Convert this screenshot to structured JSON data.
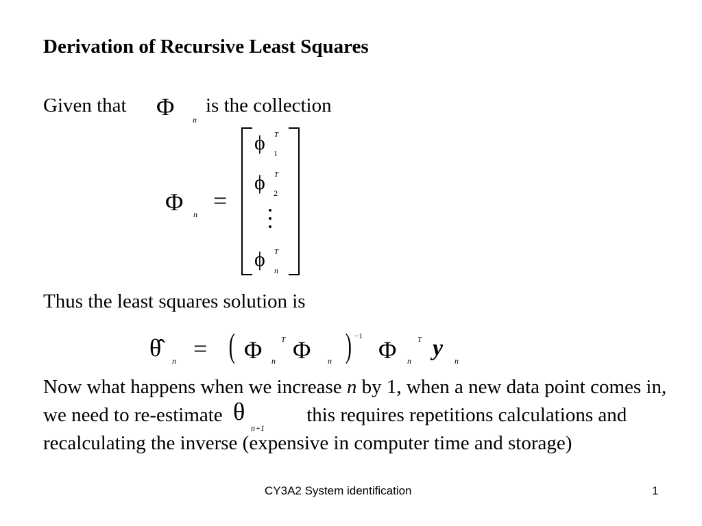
{
  "slide": {
    "title": "Derivation of Recursive Least Squares",
    "given_prefix": "Given that",
    "given_suffix": "is the collection",
    "thus_text": "Thus the least squares solution is",
    "now_part1": "Now what happens when we increase ",
    "now_italic_n": "n",
    "now_part2": " by 1, when a new data point comes in, we need to re-estimate ",
    "now_part3": " this requires repetitions calculations and recalculating the inverse (expensive in computer time and storage)"
  },
  "math": {
    "Phi": "Φ",
    "phi": "ϕ",
    "theta": "θ",
    "theta_hat": "θ̂",
    "equals": "=",
    "sub_n": "n",
    "sub_1": "1",
    "sub_2": "2",
    "sub_n1": "n+1",
    "sup_T": "T",
    "sup_inv": "−1",
    "y": "y",
    "lparen": "(",
    "rparen": ")"
  },
  "footer": {
    "center_text": "CY3A2  System identification",
    "page_number": "1"
  }
}
